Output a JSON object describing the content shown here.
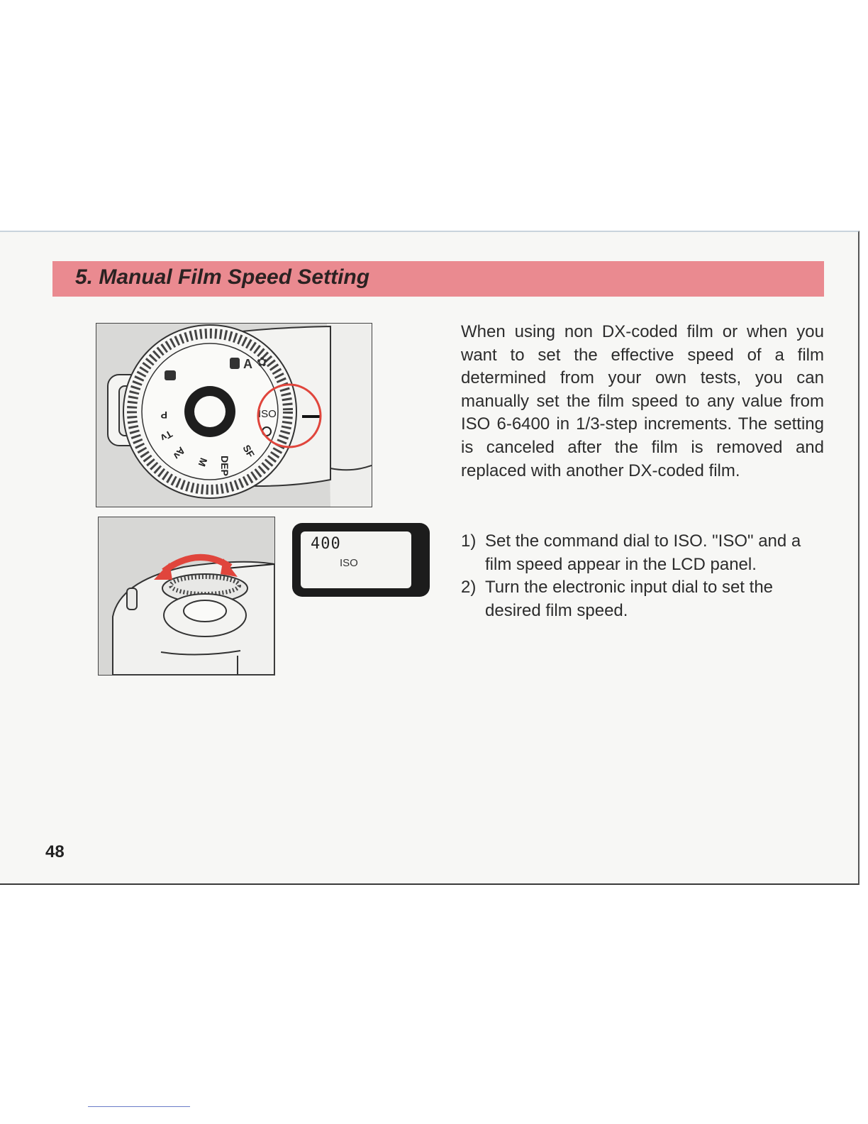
{
  "section": {
    "title": "5. Manual Film Speed Setting"
  },
  "figure_dial": {
    "dial_labels": [
      "ISO",
      "DEP",
      "SF",
      "M",
      "Av",
      "Tv",
      "P"
    ]
  },
  "figure_lcd": {
    "value": "400",
    "label": "ISO"
  },
  "body": {
    "paragraph": "When using non DX-coded film or when you want to set the effective speed of a film determined from your own tests, you can manually set the film speed to any value from ISO 6-6400 in 1/3-step increments. The setting is canceled after the film is removed and replaced with another DX-coded film.",
    "steps": [
      {
        "num": "1)",
        "text": "Set the command dial to ISO. \"ISO\" and a film speed appear in the LCD panel."
      },
      {
        "num": "2)",
        "text": "Turn the electronic input dial to set the desired film speed."
      }
    ]
  },
  "page_number": "48",
  "colors": {
    "title_band": "#ea8a90",
    "highlight_red": "#e0453c"
  }
}
